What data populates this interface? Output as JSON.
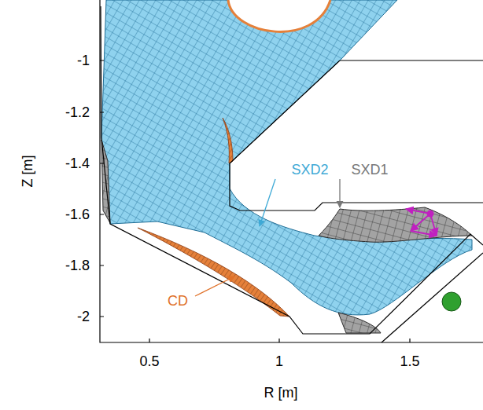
{
  "diagram": {
    "labels": [
      "-1",
      "-1.2",
      "-1.4",
      "-1.6",
      "-1.8",
      "-2",
      "Z [m]",
      "0.5",
      "1",
      "1.5",
      "R [m]",
      "SXD2",
      "SXD1",
      "CD"
    ]
  }
}
